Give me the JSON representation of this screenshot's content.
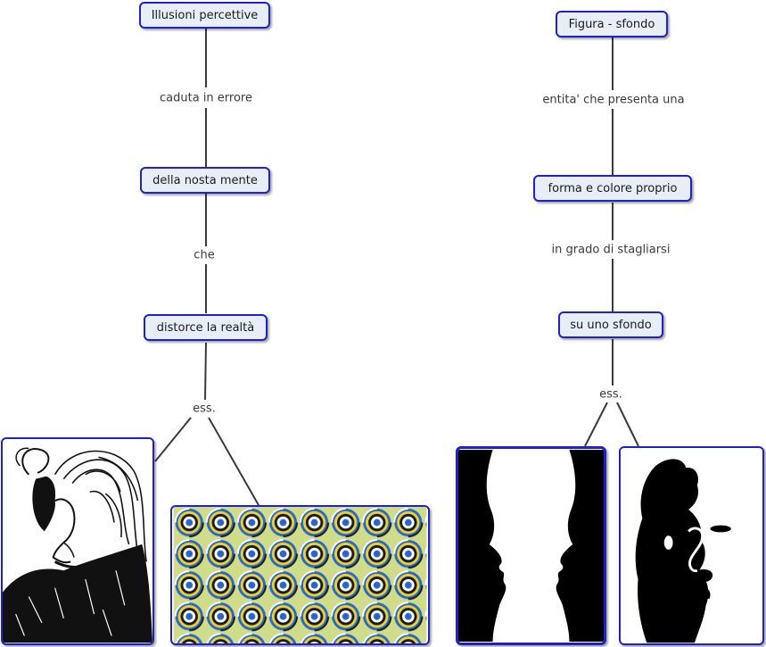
{
  "left_map": {
    "concepts": {
      "illusioni": "Illusioni percettive",
      "mente": "della nosta mente",
      "distorce": "distorce la realtà"
    },
    "phrases": {
      "caduta": "caduta in errore",
      "che": "che",
      "ess": "ess."
    },
    "images": [
      "old-young-woman-illusion",
      "rotating-snakes-illusion"
    ]
  },
  "right_map": {
    "concepts": {
      "figura": "Figura - sfondo",
      "forma": "forma e colore proprio",
      "sfondo": "su uno sfondo"
    },
    "phrases": {
      "entita": "entita' che presenta una",
      "grado": "in grado di stagliarsi",
      "ess": "ess."
    },
    "images": [
      "rubin-vase-faces",
      "saxophonist-face-illusion"
    ]
  },
  "colors": {
    "node_border": "#1e22c8",
    "node_fill": "#e8eef8",
    "link": "#3a3a3a"
  }
}
